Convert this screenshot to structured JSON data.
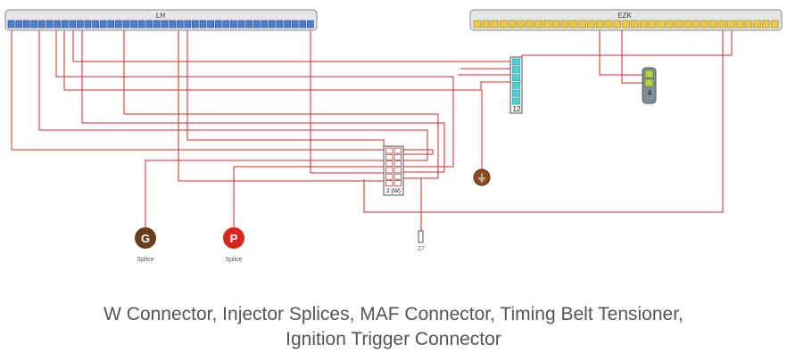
{
  "colors": {
    "wire": "#cc2b2b",
    "lh_pin_fill": "#4d7fd0",
    "lh_pin_stroke": "#1f3f8a",
    "ezk_pin_fill": "#e8c84a",
    "ezk_pin_stroke": "#a08418",
    "cyan_pin_fill": "#49d3d8",
    "green_pin_fill": "#b6d44a",
    "splice_g": "#6b3e1a",
    "splice_p": "#d9261c",
    "ground": "#8a4a1a",
    "header_fill": "#e6e6e6"
  },
  "diagram": {
    "lh_connector": {
      "label": "LH"
    },
    "ezk_connector": {
      "label": "EZK"
    },
    "cyan_connector": {
      "label": "12"
    },
    "w_connector": {
      "label": "2 (W)"
    },
    "small_connector": {
      "label": "4"
    },
    "end_terminal": {
      "label": "27"
    },
    "splice_g": {
      "letter": "G",
      "label": "Splice",
      "icon": "splice-circle"
    },
    "splice_p": {
      "letter": "P",
      "label": "Splice",
      "icon": "splice-circle"
    },
    "ground": {
      "icon": "ground-icon"
    }
  },
  "caption": {
    "line1": "W Connector, Injector Splices, MAF Connector, Timing Belt Tensioner,",
    "line2": "Ignition Trigger Connector"
  }
}
